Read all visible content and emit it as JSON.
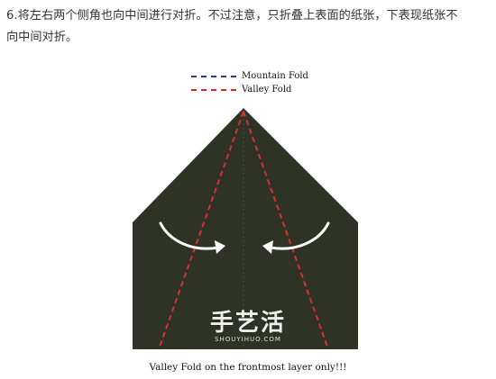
{
  "instruction": {
    "line1": "6.将左右两个侧角也向中间进行对折。不过注意，只折叠上表面的纸张，下表现纸张不",
    "line2": "向中间对折。"
  },
  "legend": {
    "mountain_label": "Mountain Fold",
    "valley_label": "Valley Fold",
    "mountain_color": "#2a3a7a",
    "valley_color": "#cc2b2b"
  },
  "diagram": {
    "paper_color": "#2f3325",
    "fold_color": "#d93030",
    "arrow_color": "#ffffff"
  },
  "watermark": {
    "main": "手艺活",
    "sub": "SHOUYIHUO.COM"
  },
  "caption": "Valley Fold on the frontmost layer only!!!"
}
